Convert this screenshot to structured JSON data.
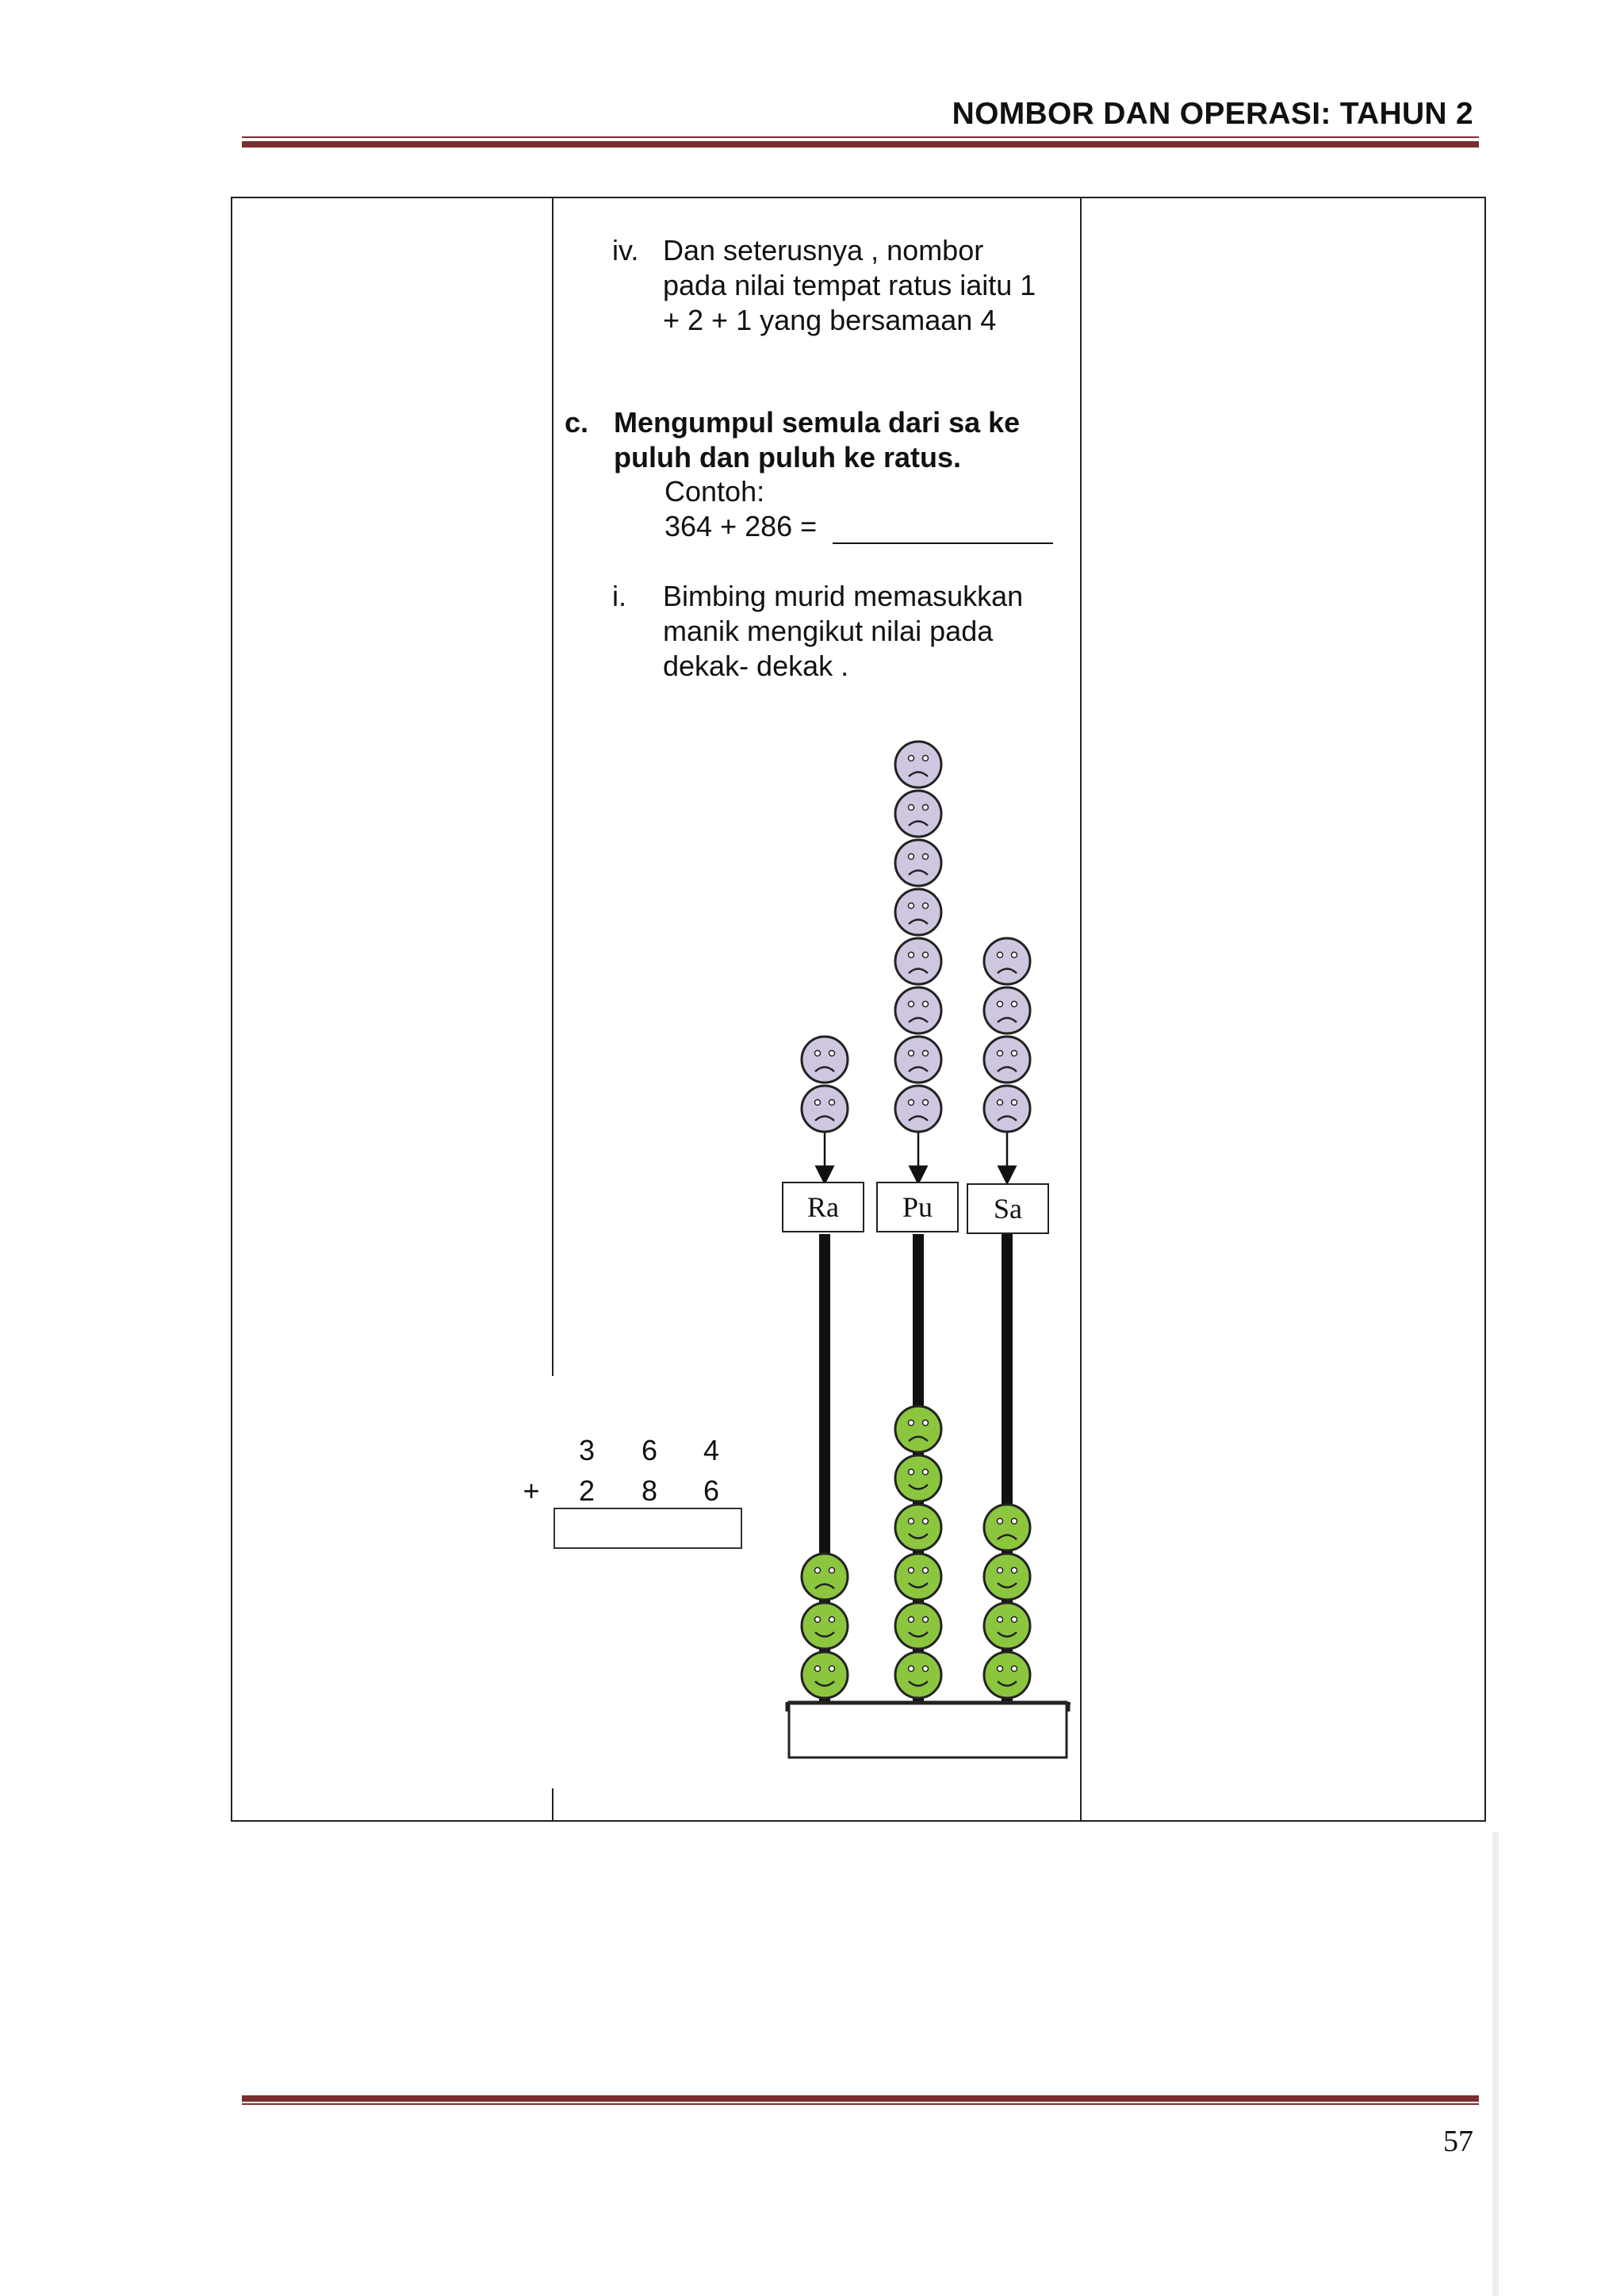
{
  "header": {
    "title": "NOMBOR DAN OPERASI: TAHUN 2"
  },
  "content": {
    "step_iv": {
      "marker": "iv.",
      "lines": [
        "Dan seterusnya , nombor",
        "pada nilai tempat ratus iaitu 1",
        "+ 2 + 1 yang bersamaan 4"
      ]
    },
    "section_c": {
      "marker": "c.",
      "heading_lines": [
        "Mengumpul semula dari sa ke",
        "puluh dan puluh ke ratus."
      ],
      "example_label": "Contoh:",
      "equation": "364 + 286 ="
    },
    "step_i": {
      "marker": "i.",
      "lines": [
        "Bimbing murid memasukkan",
        "manik mengikut nilai pada",
        "dekak- dekak ."
      ]
    },
    "vertical_sum": {
      "row1": [
        "3",
        "6",
        "4"
      ],
      "operator": "+",
      "row2": [
        "2",
        "8",
        "6"
      ]
    },
    "abacus": {
      "rods": [
        {
          "label": "Ra",
          "incoming_beads": 2,
          "beads_on_rod": 3
        },
        {
          "label": "Pu",
          "incoming_beads": 8,
          "beads_on_rod": 6
        },
        {
          "label": "Sa",
          "incoming_beads": 4,
          "beads_on_rod": 4
        }
      ],
      "incoming_color": "#cfc7e0",
      "rod_bead_color": "#8cc63f"
    }
  },
  "footer": {
    "page_number": "57"
  },
  "colors": {
    "rule": "#7a2e2e"
  }
}
